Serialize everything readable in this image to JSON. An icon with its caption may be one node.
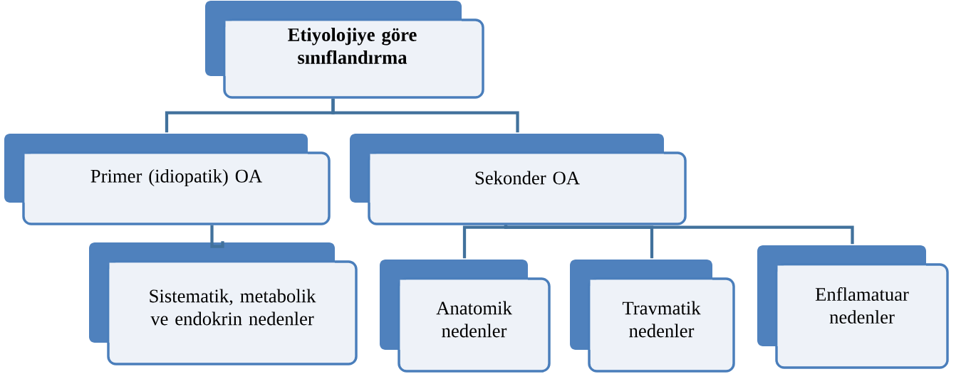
{
  "diagram": {
    "nodes": [
      {
        "text": [
          "Etiyolojiye göre sınıflandırma"
        ]
      },
      {
        "text": [
          "Primer (idiopatik) OA"
        ]
      },
      {
        "text": [
          "Sekonder OA"
        ]
      },
      {
        "text": [
          "Sistematik, metabolik ve endokrin nedenler"
        ]
      },
      {
        "text": [
          "Anatomik nedenler"
        ]
      },
      {
        "text": [
          "Travmatik nedenler"
        ]
      },
      {
        "text": [
          "Enflamatuar nedenler"
        ]
      }
    ],
    "edges": [
      {
        "from": 0,
        "to": 1,
        "arrow": "none"
      },
      {
        "from": 0,
        "to": 2,
        "arrow": "none"
      },
      {
        "from": 1,
        "to": 3,
        "arrow": "none"
      },
      {
        "from": 2,
        "to": 4,
        "arrow": "none"
      },
      {
        "from": 2,
        "to": 5,
        "arrow": "none"
      },
      {
        "from": 2,
        "to": 6,
        "arrow": "none"
      }
    ]
  }
}
